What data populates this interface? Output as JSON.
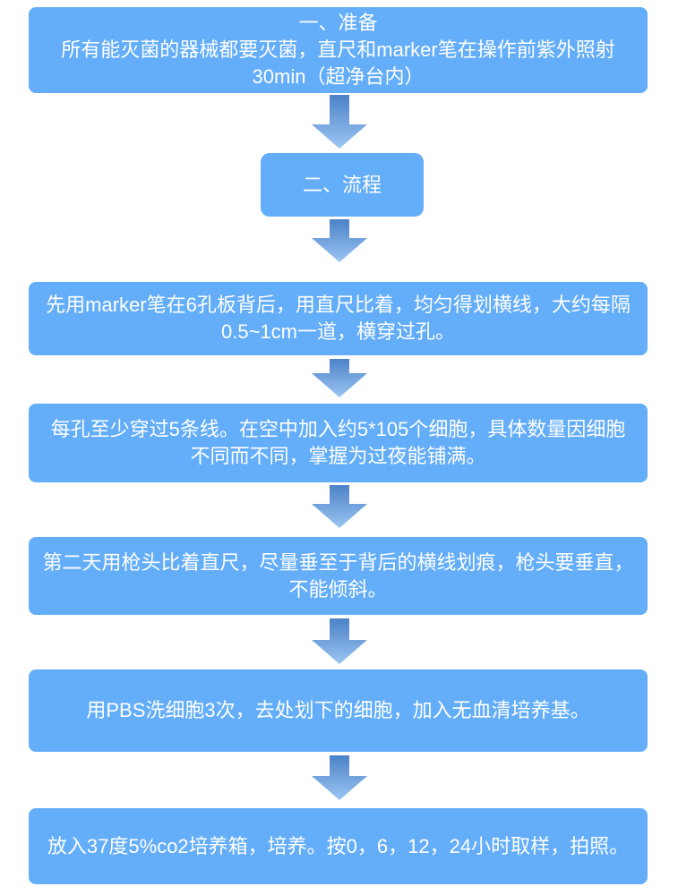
{
  "colors": {
    "page_background": "#ffffff",
    "box_fill": "#63adf9",
    "text": "#ffffff",
    "arrow_gradient_top": "#4c82c8",
    "arrow_gradient_bottom": "#9cc5f2"
  },
  "flowchart": {
    "connector_icon": "down-arrow-icon",
    "steps": [
      {
        "lines": [
          "一、准备",
          "所有能灭菌的器械都要灭菌，直尺和marker笔在操作前紫外照射",
          "30min（超净台内）"
        ]
      },
      {
        "lines": [
          "二、流程"
        ]
      },
      {
        "lines": [
          "先用marker笔在6孔板背后，用直尺比着，均匀得划横线，大约每隔",
          "0.5~1cm一道，横穿过孔。"
        ]
      },
      {
        "lines": [
          "每孔至少穿过5条线。在空中加入约5*105个细胞，具体数量因细胞",
          "不同而不同，掌握为过夜能铺满。"
        ]
      },
      {
        "lines": [
          "第二天用枪头比着直尺，尽量垂至于背后的横线划痕，枪头要垂直，",
          "不能倾斜。"
        ]
      },
      {
        "lines": [
          "用PBS洗细胞3次，去处划下的细胞，加入无血清培养基。"
        ]
      },
      {
        "lines": [
          "放入37度5%co2培养箱，培养。按0，6，12，24小时取样，拍照。"
        ]
      }
    ]
  }
}
